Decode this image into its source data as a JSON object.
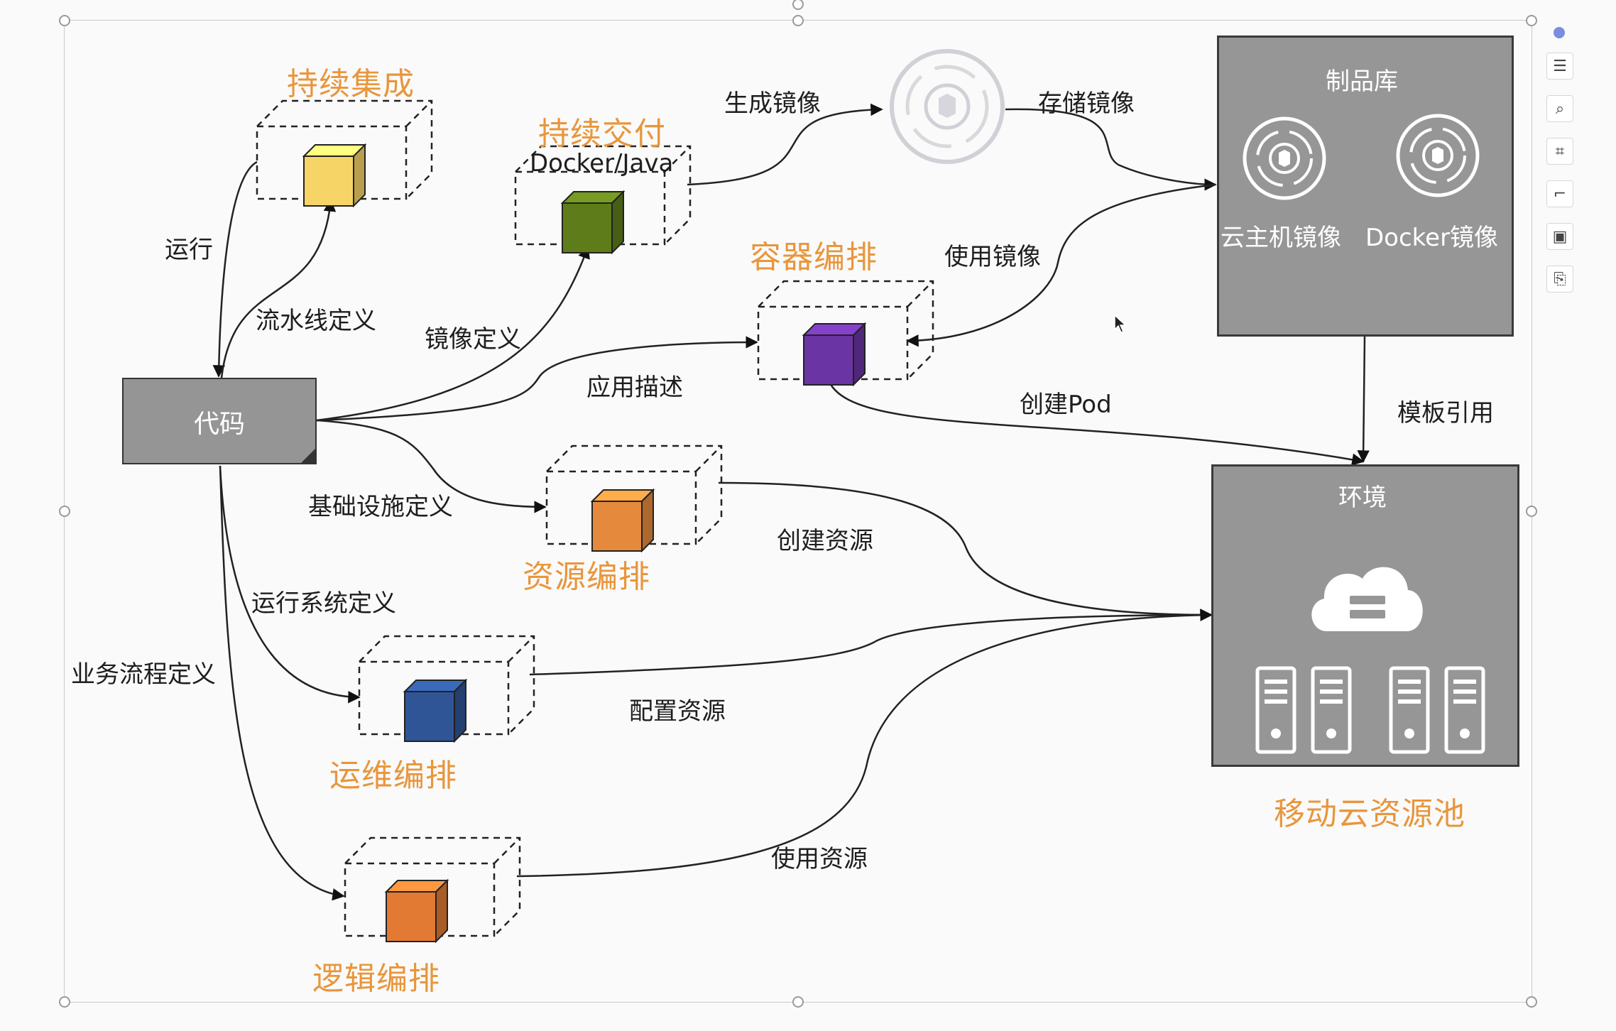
{
  "colors": {
    "orange_label": "#e8963c",
    "panel_gray": "#969696",
    "cube_yellow": "#f6d466",
    "cube_green": "#5e7d1a",
    "cube_purple": "#6a34a4",
    "cube_orange": "#e58a3c",
    "cube_blue": "#2f5597",
    "cube_orange2": "#e27a34"
  },
  "nodes": {
    "code": "代码",
    "ci": "持续集成",
    "cd": "持续交付",
    "cd_sub": "Docker/Java",
    "container": "容器编排",
    "resource": "资源编排",
    "ops": "运维编排",
    "logic": "逻辑编排",
    "artifact_repo": {
      "title": "制品库",
      "item1": "云主机镜像",
      "item2": "Docker镜像"
    },
    "environment": {
      "title": "环境",
      "caption": "移动云资源池"
    }
  },
  "edges": {
    "run": "运行",
    "pipeline_def": "流水线定义",
    "image_def": "镜像定义",
    "app_desc": "应用描述",
    "infra_def": "基础设施定义",
    "runtime_def": "运行系统定义",
    "biz_flow_def": "业务流程定义",
    "gen_image": "生成镜像",
    "store_image": "存储镜像",
    "use_image": "使用镜像",
    "create_pod": "创建Pod",
    "template_ref": "模板引用",
    "create_res": "创建资源",
    "config_res": "配置资源",
    "use_res": "使用资源"
  },
  "icons": {
    "toolbar": [
      "minus-circle-icon",
      "list-icon",
      "zoom-icon",
      "crop-icon",
      "format-painter-icon",
      "image-icon",
      "export-icon"
    ],
    "cursor": "pointer-cursor-icon"
  }
}
